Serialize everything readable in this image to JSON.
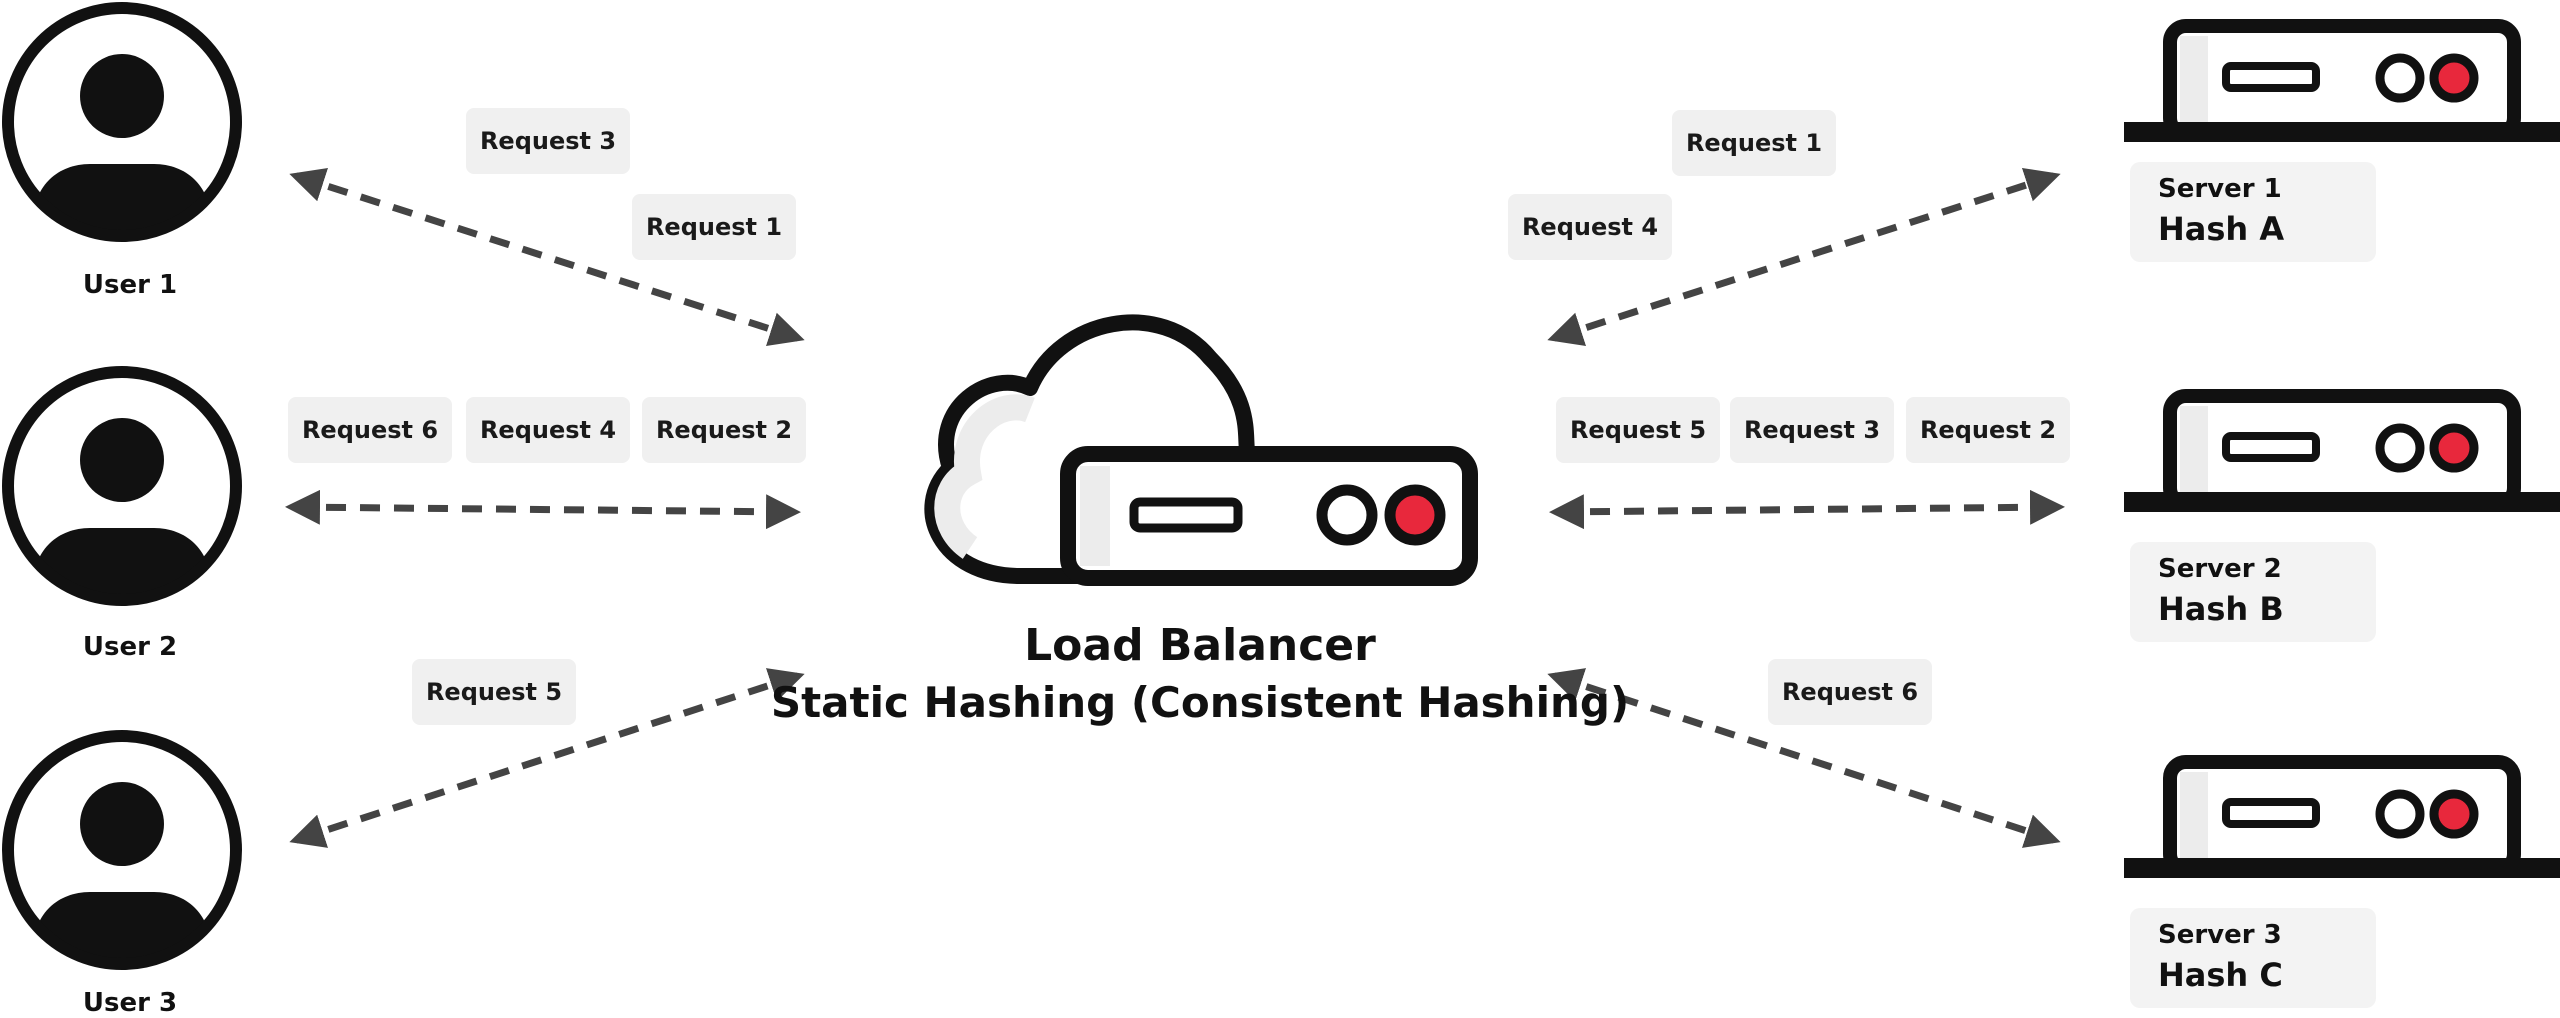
{
  "colors": {
    "arrow": "#444444",
    "pill_bg": "#f0f0f0",
    "icon_stroke": "#111111",
    "indicator_red": "#e8283c"
  },
  "users": [
    {
      "label": "User 1",
      "icon": "user-avatar-icon"
    },
    {
      "label": "User 2",
      "icon": "user-avatar-icon"
    },
    {
      "label": "User 3",
      "icon": "user-avatar-icon"
    }
  ],
  "servers": [
    {
      "name": "Server 1",
      "hash": "Hash A",
      "icon": "server-icon"
    },
    {
      "name": "Server 2",
      "hash": "Hash B",
      "icon": "server-icon"
    },
    {
      "name": "Server 3",
      "hash": "Hash C",
      "icon": "server-icon"
    }
  ],
  "load_balancer": {
    "title": "Load Balancer",
    "subtitle": "Static Hashing (Consistent Hashing)",
    "icon": "cloud-server-icon"
  },
  "requests": {
    "user1": [
      "Request 3",
      "Request 1"
    ],
    "user2": [
      "Request 6",
      "Request 4",
      "Request 2"
    ],
    "user3": [
      "Request 5"
    ],
    "server1": [
      "Request 1",
      "Request 4"
    ],
    "server2": [
      "Request 5",
      "Request 3",
      "Request 2"
    ],
    "server3": [
      "Request 6"
    ]
  }
}
